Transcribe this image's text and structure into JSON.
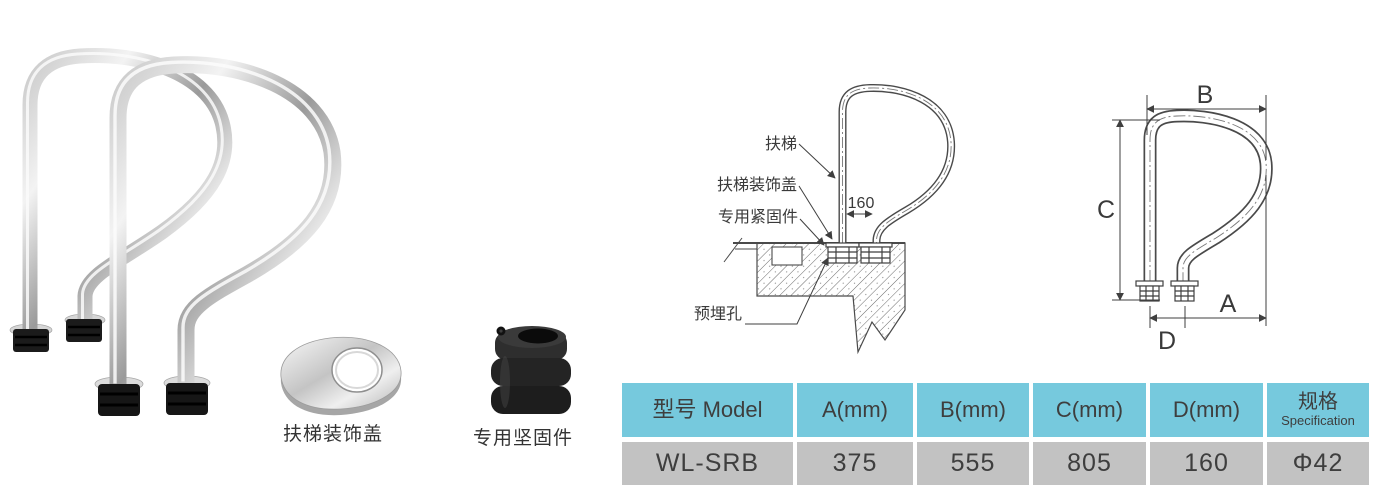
{
  "photo_section": {
    "cover_caption": "扶梯装饰盖",
    "fastener_caption": "专用坚固件"
  },
  "installation_diagram": {
    "label_handrail": "扶梯",
    "label_cover": "扶梯装饰盖",
    "label_fastener": "专用紧固件",
    "label_embed_hole": "预埋孔",
    "dim_post_spacing": "160"
  },
  "dimension_diagram": {
    "dim_b": "B",
    "dim_c": "C",
    "dim_a": "A",
    "dim_d": "D"
  },
  "spec_table": {
    "headers": {
      "model": "型号 Model",
      "a": "A(mm)",
      "b": "B(mm)",
      "c": "C(mm)",
      "d": "D(mm)",
      "spec_cn": "规格",
      "spec_en": "Specification"
    },
    "row": {
      "model": "WL-SRB",
      "a": "375",
      "b": "555",
      "c": "805",
      "d": "160",
      "spec": "Φ42"
    }
  },
  "colors": {
    "table_header": "#76c9dd",
    "table_row": "#c2c2c2",
    "line_color": "#4a4a4a"
  }
}
